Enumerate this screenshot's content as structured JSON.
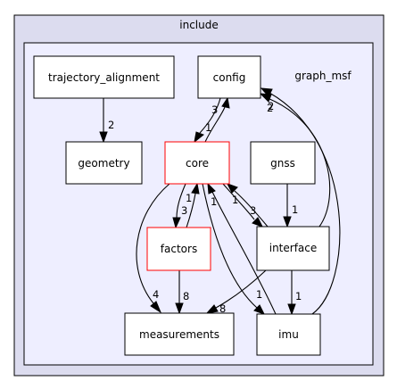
{
  "diagram": {
    "outer_folder": {
      "label": "include"
    },
    "inner_folder": {
      "label": "graph_msf"
    },
    "nodes": [
      {
        "id": "trajectory_alignment",
        "label": "trajectory_alignment",
        "highlight": false
      },
      {
        "id": "geometry",
        "label": "geometry",
        "highlight": false
      },
      {
        "id": "config",
        "label": "config",
        "highlight": false
      },
      {
        "id": "core",
        "label": "core",
        "highlight": true
      },
      {
        "id": "gnss",
        "label": "gnss",
        "highlight": false
      },
      {
        "id": "factors",
        "label": "factors",
        "highlight": true
      },
      {
        "id": "interface",
        "label": "interface",
        "highlight": false
      },
      {
        "id": "measurements",
        "label": "measurements",
        "highlight": false
      },
      {
        "id": "imu",
        "label": "imu",
        "highlight": false
      }
    ],
    "edges": [
      {
        "id": "trajectory_alignment-geometry",
        "from": "trajectory_alignment",
        "to": "geometry",
        "count": "2"
      },
      {
        "id": "config-core",
        "from": "config",
        "to": "core",
        "count": "1"
      },
      {
        "id": "core-config",
        "from": "core",
        "to": "config",
        "count": "3"
      },
      {
        "id": "core-factors",
        "from": "core",
        "to": "factors",
        "count": "3"
      },
      {
        "id": "factors-core",
        "from": "factors",
        "to": "core",
        "count": "1"
      },
      {
        "id": "core-measurements",
        "from": "core",
        "to": "measurements",
        "count": "4"
      },
      {
        "id": "core-interface",
        "from": "core",
        "to": "interface",
        "count": "3"
      },
      {
        "id": "interface-core",
        "from": "interface",
        "to": "core",
        "count": "1"
      },
      {
        "id": "core-imu",
        "from": "core",
        "to": "imu",
        "count": "1"
      },
      {
        "id": "imu-core",
        "from": "imu",
        "to": "core",
        "count": "1"
      },
      {
        "id": "gnss-interface",
        "from": "gnss",
        "to": "interface",
        "count": "1"
      },
      {
        "id": "factors-measurements",
        "from": "factors",
        "to": "measurements",
        "count": "8"
      },
      {
        "id": "interface-measurements",
        "from": "interface",
        "to": "measurements",
        "count": "8"
      },
      {
        "id": "interface-imu",
        "from": "interface",
        "to": "imu",
        "count": "1"
      },
      {
        "id": "interface-config",
        "from": "interface",
        "to": "config",
        "count": "2"
      },
      {
        "id": "imu-config",
        "from": "imu",
        "to": "config",
        "count": "2"
      }
    ],
    "colors": {
      "outer_fill": "#dcdcef",
      "inner_fill": "#eeeeff",
      "node_fill": "#ffffff",
      "node_border": "#000000",
      "highlight_border": "#ff0000",
      "edge": "#000000"
    }
  }
}
